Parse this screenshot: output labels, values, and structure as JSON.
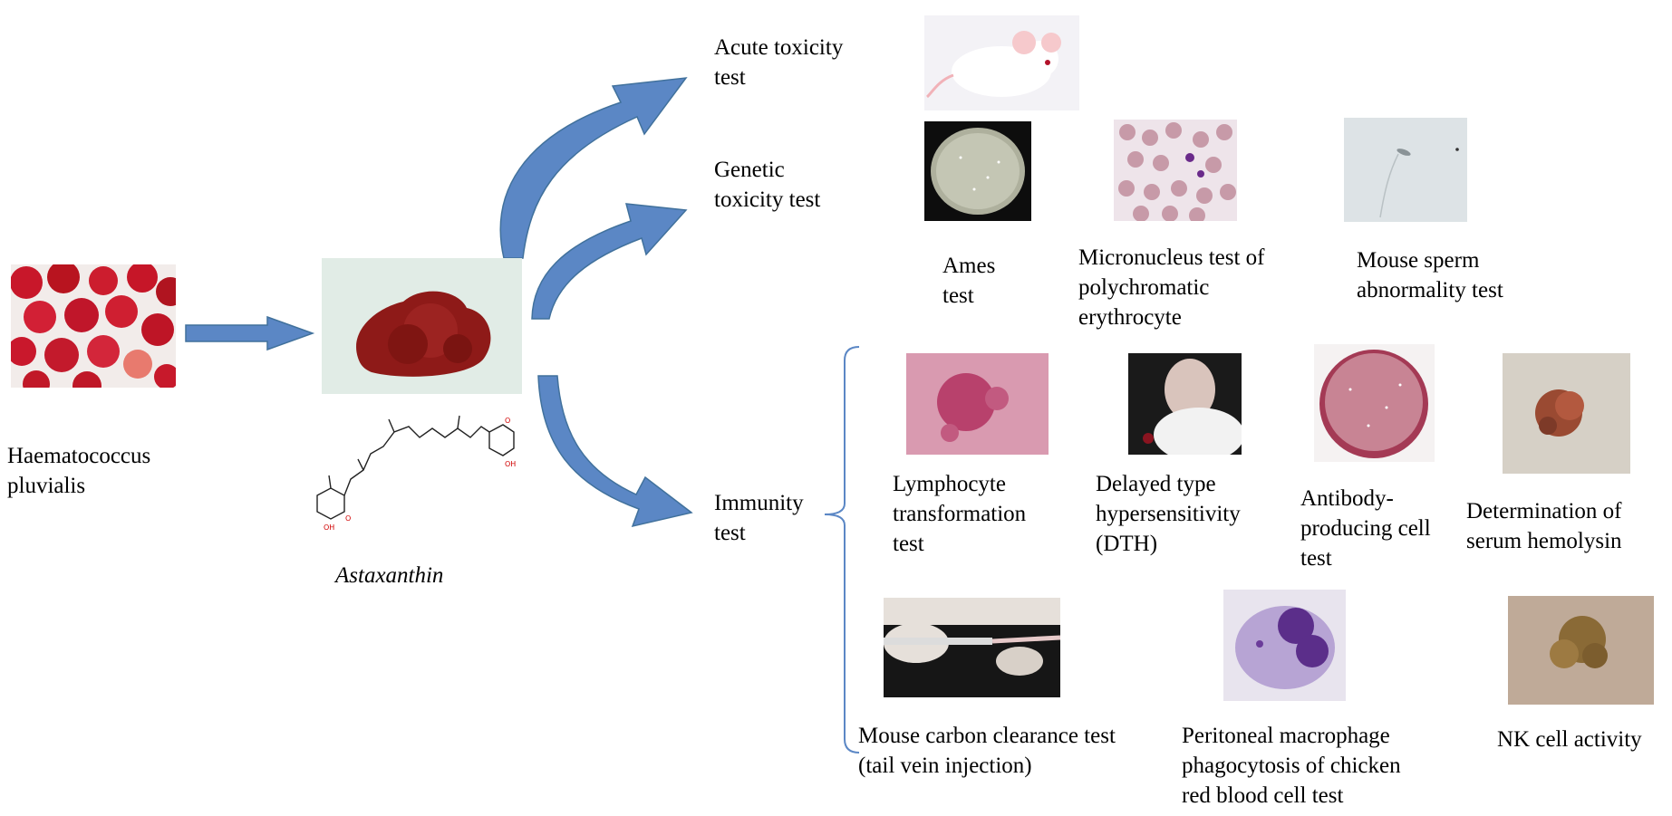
{
  "source": {
    "organism": "Haematococcus\npluvialis"
  },
  "product": {
    "name": "Astaxanthin"
  },
  "branches": {
    "acute": "Acute toxicity\ntest",
    "genetic": "Genetic\ntoxicity test",
    "immunity": "Immunity\ntest"
  },
  "genetic_tests": [
    {
      "label": "Ames\ntest",
      "image": "agar-plate-colonies"
    },
    {
      "label": "Micronucleus test of\npolychromatic\nerythrocyte",
      "image": "blood-smear"
    },
    {
      "label": "Mouse sperm\nabnormality test",
      "image": "sperm-micrograph"
    }
  ],
  "immunity_tests": [
    {
      "label": "Lymphocyte\ntransformation\ntest",
      "image": "lymphoblast-micrograph"
    },
    {
      "label": "Delayed type\nhypersensitivity\n(DTH)",
      "image": "mouse-ear-photo"
    },
    {
      "label": "Antibody-\nproducing cell\ntest",
      "image": "plaque-plate"
    },
    {
      "label": "Determination of\nserum hemolysin",
      "image": "hemolysin-micrograph"
    },
    {
      "label": "Mouse carbon clearance test\n  (tail vein injection)",
      "image": "tail-vein-injection-photo"
    },
    {
      "label": "Peritoneal macrophage\nphagocytosis of chicken\nred blood cell test",
      "image": "macrophage-micrograph"
    },
    {
      "label": "NK cell activity",
      "image": "nk-cell-micrograph"
    }
  ],
  "colors": {
    "arrow": "#5b87c5",
    "arrow_edge": "#41719c",
    "bracket": "#5b87c5"
  }
}
